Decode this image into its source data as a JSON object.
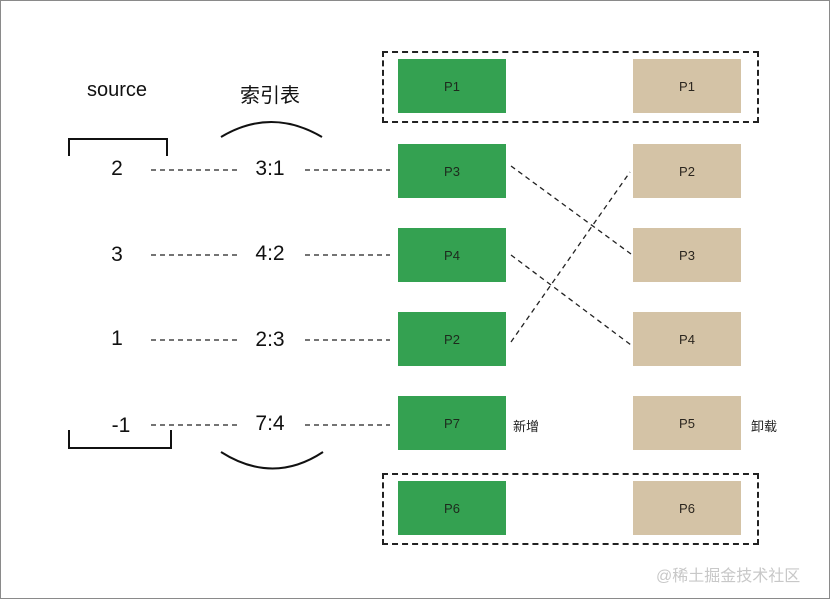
{
  "headers": {
    "source": "source",
    "index_table": "索引表"
  },
  "source_values": [
    "2",
    "3",
    "1",
    "-1"
  ],
  "index_values": [
    "3:1",
    "4:2",
    "2:3",
    "7:4"
  ],
  "new_nodes": [
    "P1",
    "P3",
    "P4",
    "P2",
    "P7",
    "P6"
  ],
  "old_nodes": [
    "P1",
    "P2",
    "P3",
    "P4",
    "P5",
    "P6"
  ],
  "annotations": {
    "added": "新增",
    "removed": "卸载"
  },
  "colors": {
    "new_node": "#34a151",
    "old_node": "#d4c3a6"
  },
  "watermark": "@稀土掘金技术社区"
}
